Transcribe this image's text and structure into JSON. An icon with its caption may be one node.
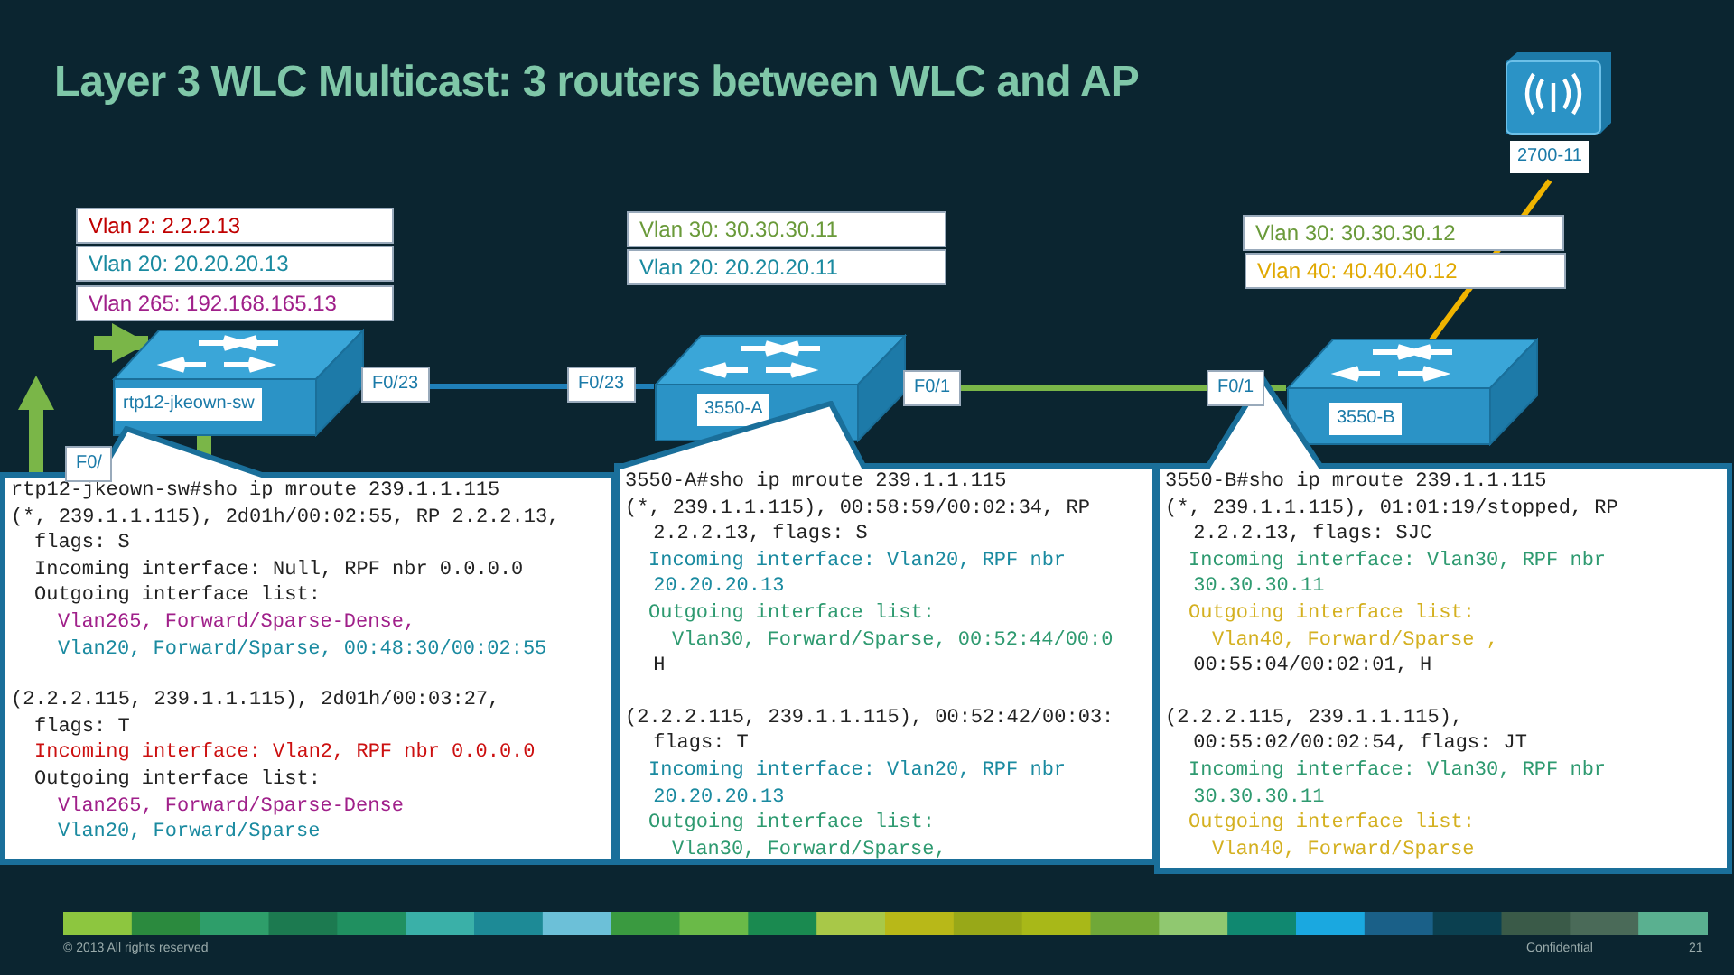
{
  "diagram": {
    "title": "Layer 3 WLC Multicast: 3 routers between WLC and AP",
    "nodes": [
      {
        "text": [
          "rtp12-jkeown-sw"
        ],
        "beside": [
          "Vlan 2: 2.2.2.13",
          "Vlan 20: 20.20.20.13",
          "Vlan 265: 192.168.165.13"
        ]
      },
      {
        "text": [
          "3550-A"
        ],
        "beside": [
          "Vlan 30: 30.30.30.11",
          "Vlan 20: 20.20.20.11"
        ]
      },
      {
        "text": [
          "3550-B"
        ],
        "beside": [
          "Vlan 30: 30.30.30.12",
          "Vlan 40: 40.40.40.12"
        ]
      },
      {
        "text": [
          "2700-11"
        ]
      },
      {
        "text": [
          "rtp12-jkeown-sw#sho ip mroute 239.1.1.115",
          "(*, 239.1.1.115), 2d01h/00:02:55, RP 2.2.2.13,",
          "flags: S",
          "Incoming interface: Null, RPF nbr 0.0.0.0",
          "Outgoing interface list:",
          "Vlan265, Forward/Sparse-Dense,",
          "Vlan20, Forward/Sparse, 00:48:30/00:02:55",
          "(2.2.2.115, 239.1.1.115), 2d01h/00:03:27,",
          "flags: T",
          "Incoming interface: Vlan2, RPF nbr 0.0.0.0",
          "Outgoing interface list:",
          "Vlan265, Forward/Sparse-Dense",
          "Vlan20, Forward/Sparse"
        ]
      },
      {
        "text": [
          "3550-A#sho ip mroute 239.1.1.115",
          "(*, 239.1.1.115), 00:58:59/00:02:34, RP",
          "2.2.2.13, flags: S",
          "Incoming interface: Vlan20, RPF nbr",
          "20.20.20.13",
          "Outgoing interface list:",
          "Vlan30, Forward/Sparse, 00:52:44/00:0",
          "H",
          "(2.2.2.115, 239.1.1.115), 00:52:42/00:03:",
          "flags: T",
          "Incoming interface: Vlan20, RPF nbr",
          "20.20.20.13",
          "Outgoing interface list:",
          "Vlan30, Forward/Sparse,"
        ]
      },
      {
        "text": [
          "3550-B#sho ip mroute 239.1.1.115",
          "(*, 239.1.1.115), 01:01:19/stopped, RP",
          "2.2.2.13, flags: SJC",
          "Incoming interface: Vlan30, RPF nbr",
          "30.30.30.11",
          "Outgoing interface list:",
          "Vlan40, Forward/Sparse ,",
          "00:55:04/00:02:01, H",
          "(2.2.2.115, 239.1.1.115),",
          "00:55:02/00:02:54, flags: JT",
          "Incoming interface: Vlan30, RPF nbr",
          "30.30.30.11",
          "Outgoing interface list:",
          "Vlan40, Forward/Sparse"
        ]
      }
    ],
    "edges": [
      {
        "from": 0,
        "to": 1,
        "arrow": "none",
        "color": "#1f7fb8"
      },
      {
        "from": 1,
        "to": 2,
        "arrow": "none",
        "color": "#7ab648"
      },
      {
        "from": 2,
        "to": 3,
        "arrow": "none",
        "color": "#f0b400"
      },
      {
        "from": null,
        "to": 0,
        "arrow": "to",
        "style": "thick",
        "color": "#7ab648"
      },
      {
        "from": 0,
        "to": 4,
        "arrow": "none",
        "style": "thick",
        "color": "#7ab648"
      }
    ],
    "labels": [
      "F0/23",
      "F0/23",
      "F0/1",
      "F0/1",
      "F0/",
      "© 2013 All rights reserved",
      "Confidential",
      "21"
    ]
  }
}
